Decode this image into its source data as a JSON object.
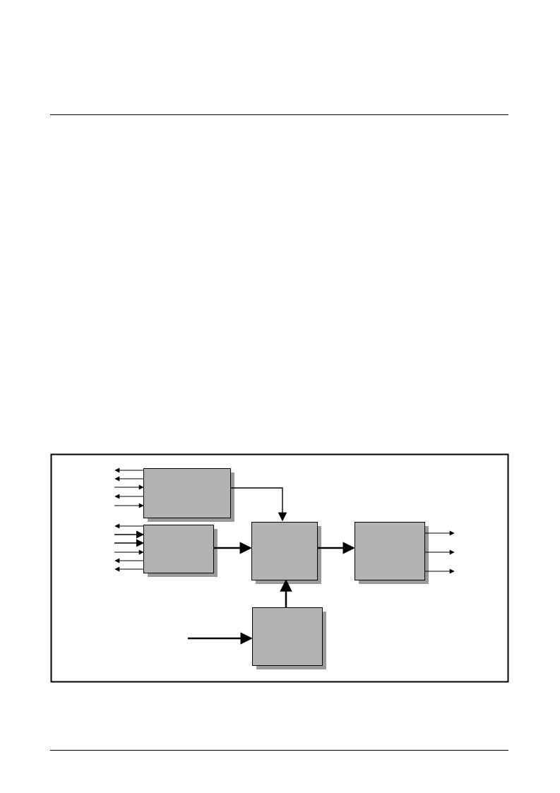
{
  "page": {
    "header_rule": true,
    "footer_rule": true
  },
  "diagram": {
    "type": "block-diagram",
    "colors": {
      "block_fill": "#b3b3b3",
      "block_shadow": "#9a9a9a",
      "stroke": "#000000",
      "frame_fill": "#ffffff"
    },
    "blocks": [
      {
        "id": "block-top-left",
        "label": ""
      },
      {
        "id": "block-mid-left",
        "label": ""
      },
      {
        "id": "block-center",
        "label": ""
      },
      {
        "id": "block-right",
        "label": ""
      },
      {
        "id": "block-bottom",
        "label": ""
      }
    ],
    "connections": [
      {
        "from": "block-top-left",
        "to": "block-center",
        "style": "thin"
      },
      {
        "from": "block-mid-left",
        "to": "block-center",
        "style": "thick"
      },
      {
        "from": "block-center",
        "to": "block-right",
        "style": "thick"
      },
      {
        "from": "block-bottom",
        "to": "block-center",
        "style": "thick"
      },
      {
        "from": "external-input",
        "to": "block-bottom",
        "style": "thick"
      }
    ],
    "io_lines": {
      "block-top-left": [
        "out",
        "out",
        "in",
        "out",
        "in"
      ],
      "block-mid-left": [
        "out",
        "in",
        "in",
        "in",
        "out",
        "out"
      ],
      "block-right": [
        "out",
        "out",
        "out"
      ]
    }
  }
}
